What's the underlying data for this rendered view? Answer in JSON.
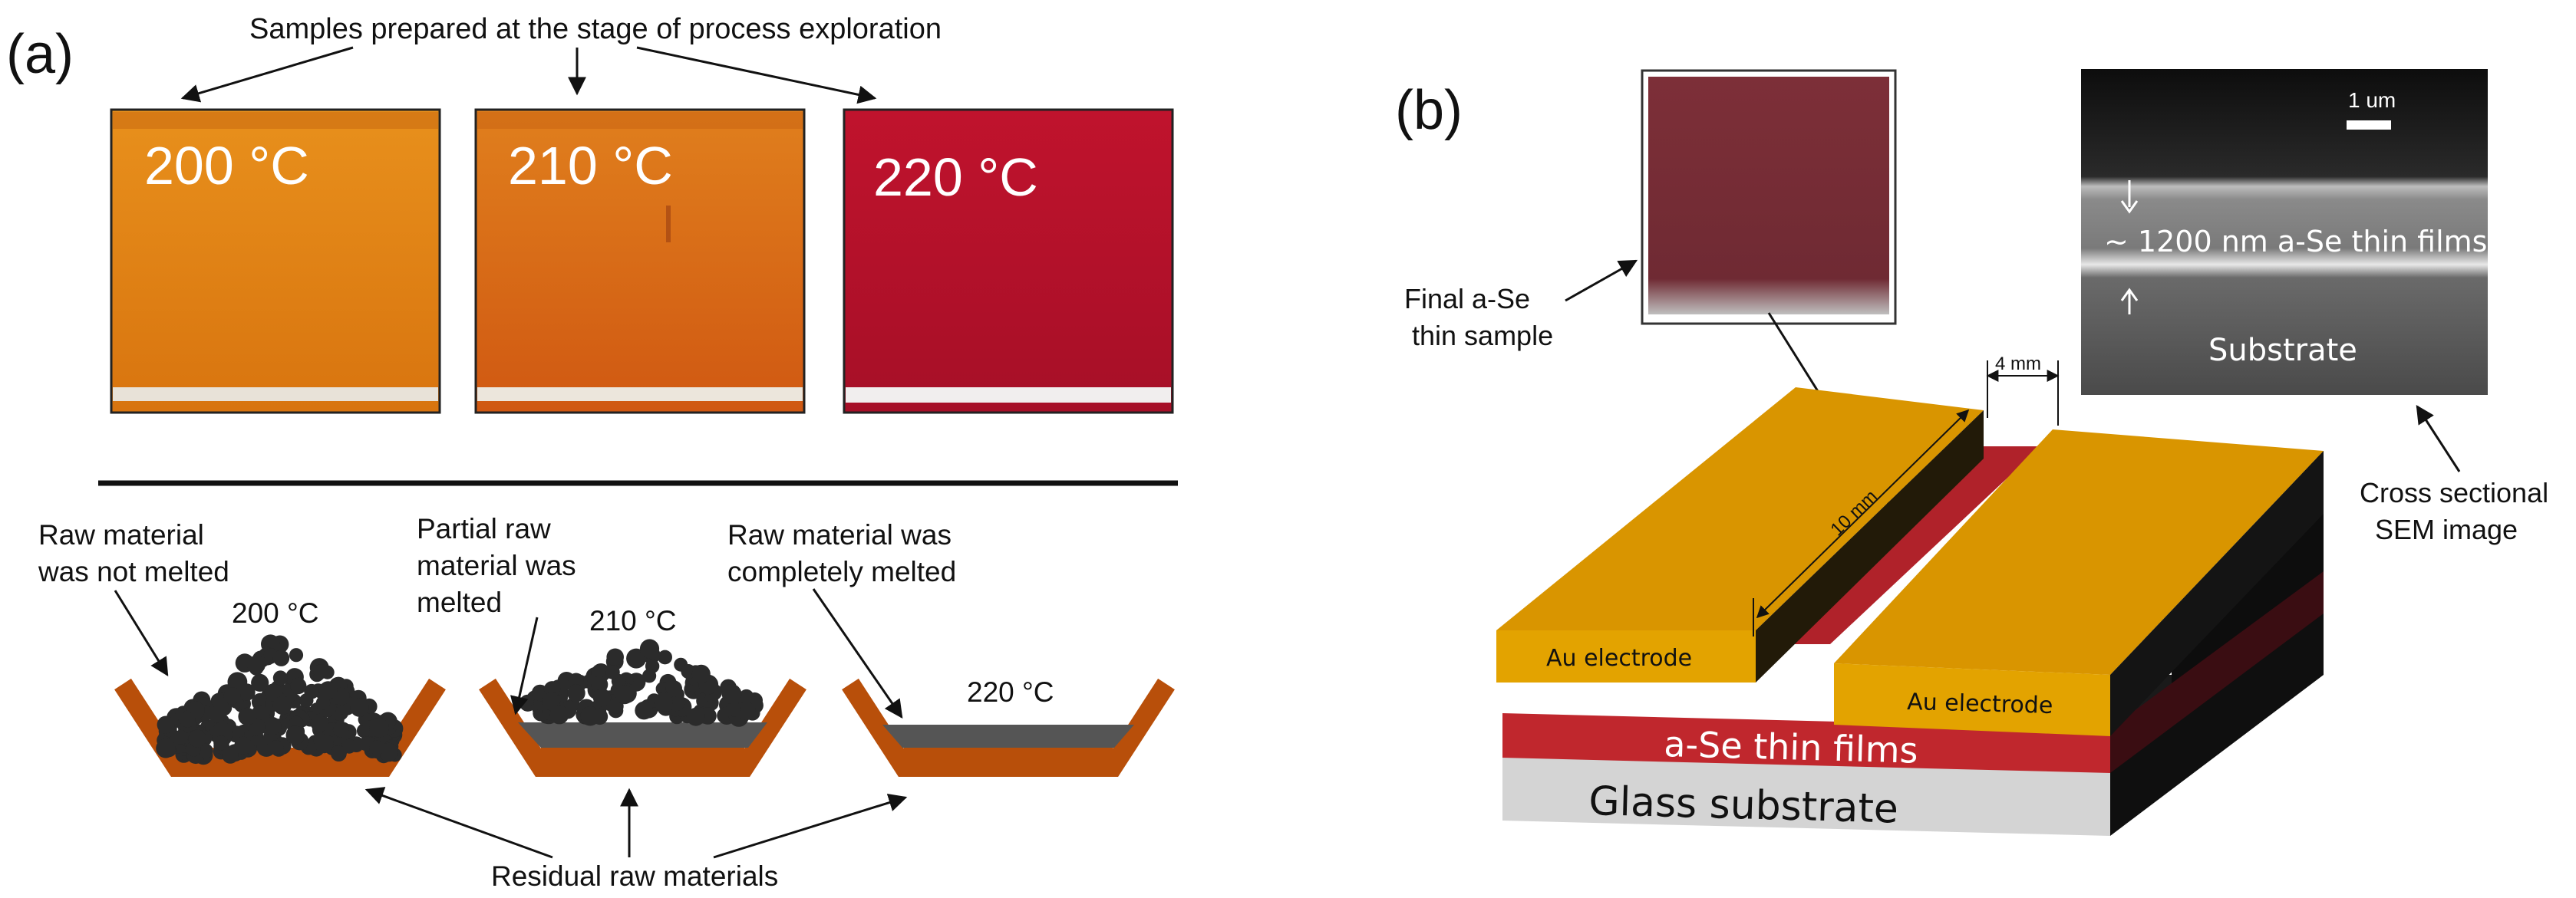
{
  "panel_a": {
    "label": "(a)",
    "title": "Samples prepared at the stage of process exploration",
    "samples": [
      {
        "temp": "200 °C",
        "color_top": "#e6891a",
        "color_bottom": "#d9760f"
      },
      {
        "temp": "210 °C",
        "color_top": "#df7a1c",
        "color_bottom": "#d35f14"
      },
      {
        "temp": "220 °C",
        "color_top": "#c2142e",
        "color_bottom": "#a80f28"
      }
    ],
    "crucibles": [
      {
        "label_line1": "Raw material",
        "label_line2": "was not melted",
        "label_line3": "",
        "temp": "200 °C"
      },
      {
        "label_line1": "Partial raw",
        "label_line2": "material was",
        "label_line3": "melted",
        "temp": "210 °C"
      },
      {
        "label_line1": "Raw material was",
        "label_line2": "completely melted",
        "label_line3": "",
        "temp": "220 °C"
      }
    ],
    "residual_label": "Residual raw materials",
    "crucible_color": "#b84f0a",
    "melt_color": "#555555"
  },
  "panel_b": {
    "label": "(b)",
    "final_sample_line1": "Final a-Se",
    "final_sample_line2": "thin sample",
    "sem_scale": "1 um",
    "sem_layer": "~ 1200 nm a-Se thin films",
    "sem_substrate": "Substrate",
    "sem_caption_line1": "Cross sectional",
    "sem_caption_line2": "SEM image",
    "gap_dim": "4 mm",
    "length_dim": "10 mm",
    "electrode_left": "Au electrode",
    "electrode_right": "Au electrode",
    "film_label": "a-Se thin films",
    "substrate_label": "Glass substrate",
    "gold_color": "#d99500",
    "film_color": "#c0272d",
    "glass_color": "#d4d4d4"
  }
}
